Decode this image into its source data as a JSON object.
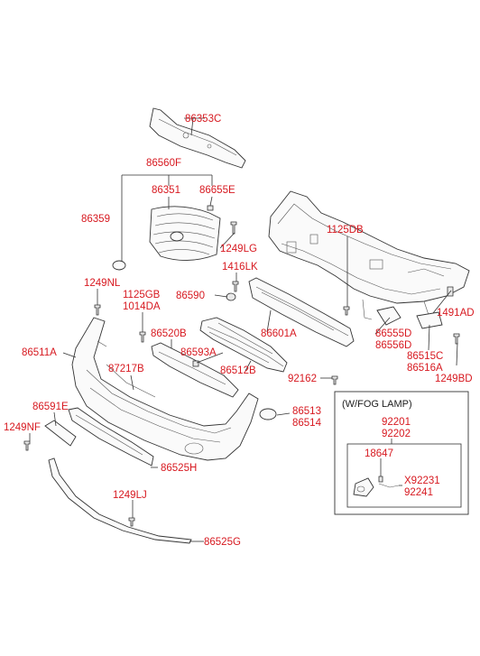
{
  "labels": {
    "p86353C": "86353C",
    "p86560F": "86560F",
    "p86351": "86351",
    "p86655E": "86655E",
    "p86359": "86359",
    "p1249LG": "1249LG",
    "p1125DB": "1125DB",
    "p1416LK": "1416LK",
    "p1249NL": "1249NL",
    "p1125GB": "1125GB",
    "p1014DA": "1014DA",
    "p86590": "86590",
    "p86520B": "86520B",
    "p86601A": "86601A",
    "p86555D": "86555D",
    "p86556D": "86556D",
    "p1491AD": "1491AD",
    "p86511A": "86511A",
    "p86593A": "86593A",
    "p87217B": "87217B",
    "p86512B": "86512B",
    "p86515C": "86515C",
    "p86516A": "86516A",
    "p92162": "92162",
    "p1249BD": "1249BD",
    "p86591E": "86591E",
    "p86513": "86513",
    "p86514": "86514",
    "p1249NF": "1249NF",
    "p86525H": "86525H",
    "p1249LJ": "1249LJ",
    "p86525G": "86525G"
  },
  "fog_box": {
    "title": "(W/FOG LAMP)",
    "p92201": "92201",
    "p92202": "92202",
    "p18647": "18647",
    "pX92231": "X92231",
    "p92241": "92241"
  }
}
